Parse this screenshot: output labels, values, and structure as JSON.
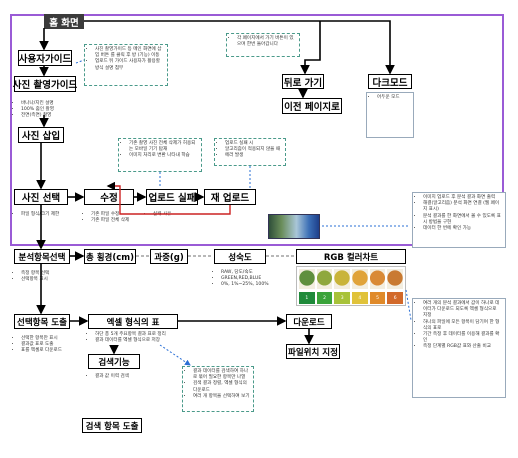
{
  "home": "홈 화면",
  "user_guide": "사용자가이드",
  "photo_guide": "사진 촬영가이드",
  "photo_guide_notes": [
    "바나나/지킨 설명",
    "100% 줌인 촬영",
    "전면(측면) 촬영"
  ],
  "note_guide": [
    "사진 촬영가이드 등 메인 화면에 삽입 버튼 를 클릭 후 방 (기능) 이동",
    "업로드 뒤 가이드 사용자가 활용할 방식 설명 첨부"
  ],
  "note_back": [
    "각 페이지에서 가기 버튼이 있으며 한번 돌아갑니다"
  ],
  "back": "뒤로 가기",
  "prev_page": "이전 페이지로",
  "darkmode": "다크모드",
  "darkmode_notes": [
    "어두운 모드"
  ],
  "photo_insert": "사진 삽입",
  "note_edit": [
    "기존 촬영 사진 전체 삭제가 허용되는 모바일 기기 탑재",
    "이미지 처리로 변환 나타내 학습"
  ],
  "note_upload": [
    "업로드 실패 시",
    "알고리즘이 적용되지 않을 때",
    "에러 발생"
  ],
  "photo_select": "사진 선택",
  "photo_select_notes": [
    "파일 형식/크기 제한"
  ],
  "edit": "수정",
  "edit_notes": [
    "기존 파일 수정",
    "기존 파일 전체 삭제"
  ],
  "upload_fail": "업로드 실패",
  "upload_fail_notes": [
    "실패 사유"
  ],
  "reupload": "재 업로드",
  "note_right_top": [
    "이미지 업로드 후 분석 결과 화면 출력",
    "해결(알고리즘) 분석 화면 연결 (웹 페이지 표시)",
    "분석 결과를 한 화면에서 볼 수 있도록 표시 방법을 구현",
    "데이터 한 번에 확인 가능"
  ],
  "analysis_items": "분석항목선택",
  "analysis_items_notes": [
    "측정 항목 선택",
    "선택항목 표시"
  ],
  "length": "총 횡경(cm)",
  "weight": "과중(g)",
  "ripeness": "성숙도",
  "ripeness_notes": [
    "RAW, 당도/숙도",
    "GREEN,RED,BLUE",
    "0%, 1%~25%, 100%"
  ],
  "rgb": "RGB 컬러차트",
  "rgb_values": [
    "1",
    "2",
    "3",
    "4",
    "5",
    "6"
  ],
  "rgb_swatches": [
    "#5f8f3e",
    "#8fa83e",
    "#c9b43a",
    "#e0a33a",
    "#d98a36",
    "#c97a32"
  ],
  "rgb_level_colors": [
    "#1f8a3a",
    "#3aa33a",
    "#a8c23a",
    "#e0c23a",
    "#e08a2a",
    "#d2692a"
  ],
  "note_right_bottom": [
    "여러 개의 분석 결과에서 값이 하나로 데이터가 다운로드 되도록 엑셀 형식으로 지정",
    "하나의 파일에 모든 항목이 담기며 한 형식의 표로",
    "기간 측정 후 데이터를 이용해 결과를 확인",
    "측정 단계별 RGB값 표와 산출 비교"
  ],
  "select_output": "선택항목 도출",
  "select_output_notes": [
    "선택한 항목만 표시",
    "결과값 표로 도출",
    "표를 엑셀로 다운로드"
  ],
  "excel_table": "엑셀 형식의 표",
  "excel_notes": [
    "하단 총 5개 주요항목 결과 표로 정리",
    "결과 데이터를 엑셀 형식으로 저장"
  ],
  "download": "다운로드",
  "file_location": "파일위치 지정",
  "search": "검색기능",
  "search_notes": [
    "결과 값 이력 검색"
  ],
  "search_output": "검색 항목 도출",
  "note_search": [
    "결과 데이터를 검색하여 하나로 묶어 필요한 항목만 나열",
    "검색 결과 정렬, 엑셀 형식의 다운로드",
    "여러 개 항목을 선택하여 보기"
  ]
}
